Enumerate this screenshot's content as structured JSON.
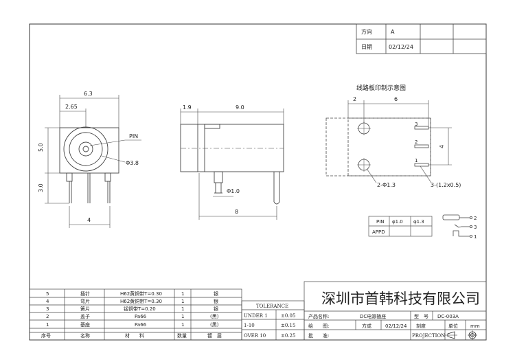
{
  "revision_block": {
    "direction_label": "方向",
    "direction_value": "A",
    "date_label": "日期",
    "date_value": "02/12/24"
  },
  "front_view": {
    "dim_width": "6.3",
    "dim_offset": "2.65",
    "dim_height": "5.0",
    "dim_pin_length": "3.0",
    "dim_pin_spacing": "4",
    "pin_label": "PIN",
    "dim_bore": "Φ3.8"
  },
  "side_view": {
    "dim_front": "1.9",
    "dim_body": "9.0",
    "dim_pin": "Φ1.0",
    "dim_pin_offset": "8"
  },
  "pcb_layout": {
    "title": "线路板印制示意图",
    "dim_left": "2",
    "dim_spacing": "6",
    "dim_height": "4",
    "pad_numbers": [
      "3",
      "2",
      "1"
    ],
    "hole_note": "2-Φ1.3",
    "slot_note": "3-(1.2x0.5)"
  },
  "pin_table": {
    "headers": [
      "PIN",
      "φ1.0",
      "φ1.3"
    ],
    "row_label": "APPD"
  },
  "schematic": {
    "pins": [
      "2",
      "3",
      "1"
    ]
  },
  "bom": {
    "rows": [
      {
        "no": "5",
        "name": "插针",
        "material": "H62黄铜带T=0.30",
        "qty": "1",
        "finish": "银"
      },
      {
        "no": "4",
        "name": "弯片",
        "material": "H62黄铜带T=0.30",
        "qty": "1",
        "finish": "银"
      },
      {
        "no": "3",
        "name": "簧片",
        "material": "锰铜带T=0.20",
        "qty": "1",
        "finish": "银"
      },
      {
        "no": "2",
        "name": "盖子",
        "material": "Pa66",
        "qty": "1",
        "finish": "(黑)"
      },
      {
        "no": "1",
        "name": "基座",
        "material": "Pa66",
        "qty": "1",
        "finish": "(黑)"
      }
    ],
    "header": {
      "no": "序号",
      "name": "名称",
      "material": "材　　料",
      "qty": "数量",
      "finish": "镀　层"
    }
  },
  "tolerance": {
    "title": "TOLERANCE",
    "rows": [
      {
        "range": "UNDER 1",
        "value": "±0.05"
      },
      {
        "range": "1-10",
        "value": "±0.15"
      },
      {
        "range": "OVER 10",
        "value": "±0.25"
      }
    ]
  },
  "title_block": {
    "company": "深圳市首韩科技有限公司",
    "product_label": "产品名称:",
    "product_name": "DC电源插座",
    "model_label": "型　号",
    "model_value": "DC-003A",
    "drawn_label": "绘　　图:",
    "drawn_by": "方成",
    "drawn_date": "02/12/24",
    "scale_label": "刻度",
    "unit_label": "单位",
    "unit_value": "mm",
    "approved_label": "批　　准:",
    "projection_label": "PROJECTION"
  }
}
